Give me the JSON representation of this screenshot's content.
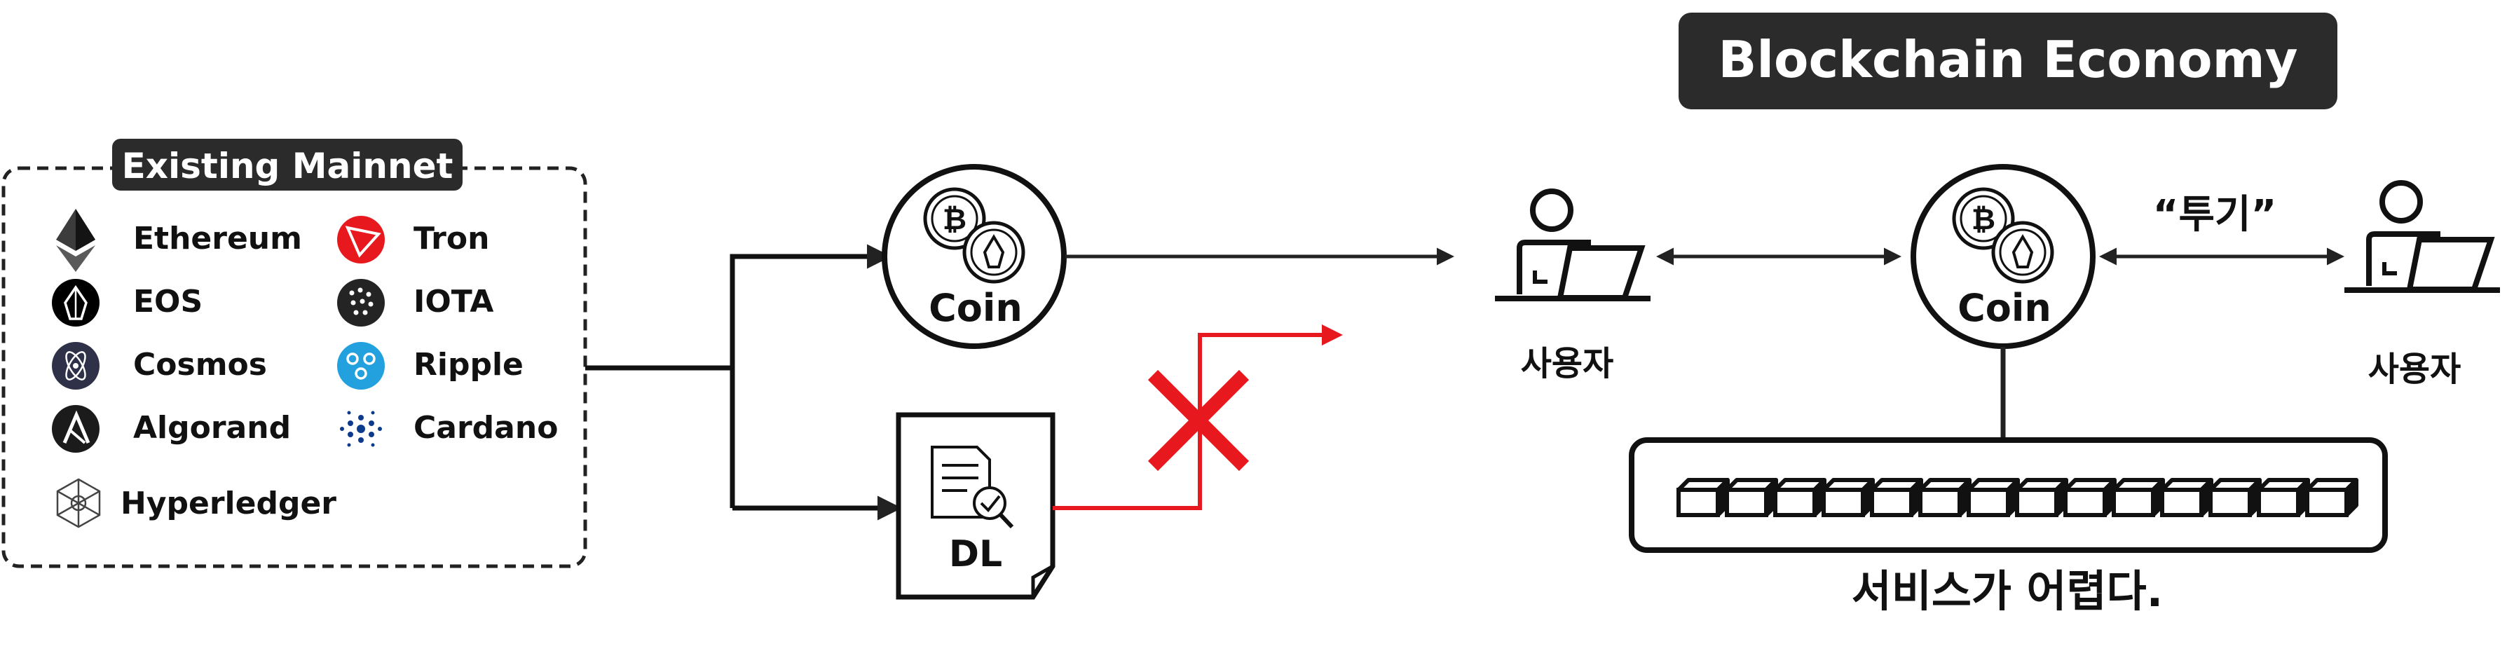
{
  "header": {
    "title": "Blockchain Economy"
  },
  "mainnet": {
    "title": "Existing Mainnet",
    "items": [
      {
        "label": "Ethereum",
        "icon": "ethereum-icon"
      },
      {
        "label": "Tron",
        "icon": "tron-icon"
      },
      {
        "label": "EOS",
        "icon": "eos-icon"
      },
      {
        "label": "IOTA",
        "icon": "iota-icon"
      },
      {
        "label": "Cosmos",
        "icon": "cosmos-icon"
      },
      {
        "label": "Ripple",
        "icon": "ripple-icon"
      },
      {
        "label": "Algorand",
        "icon": "algorand-icon"
      },
      {
        "label": "Cardano",
        "icon": "cardano-icon"
      },
      {
        "label": "Hyperledger",
        "icon": "hyperledger-icon"
      }
    ]
  },
  "flow": {
    "coin_left_label": "Coin",
    "dl_label": "DL",
    "user_left_label": "사용자",
    "coin_right_label": "Coin",
    "speculation_label": "“투기”",
    "user_right_label": "사용자",
    "service_label": "서비스가 어렵다."
  },
  "colors": {
    "accent_red": "#e8191e",
    "dark": "#222222",
    "tron_red": "#e8191e",
    "ripple_blue": "#23a1de",
    "cosmos_navy": "#2e3148"
  }
}
